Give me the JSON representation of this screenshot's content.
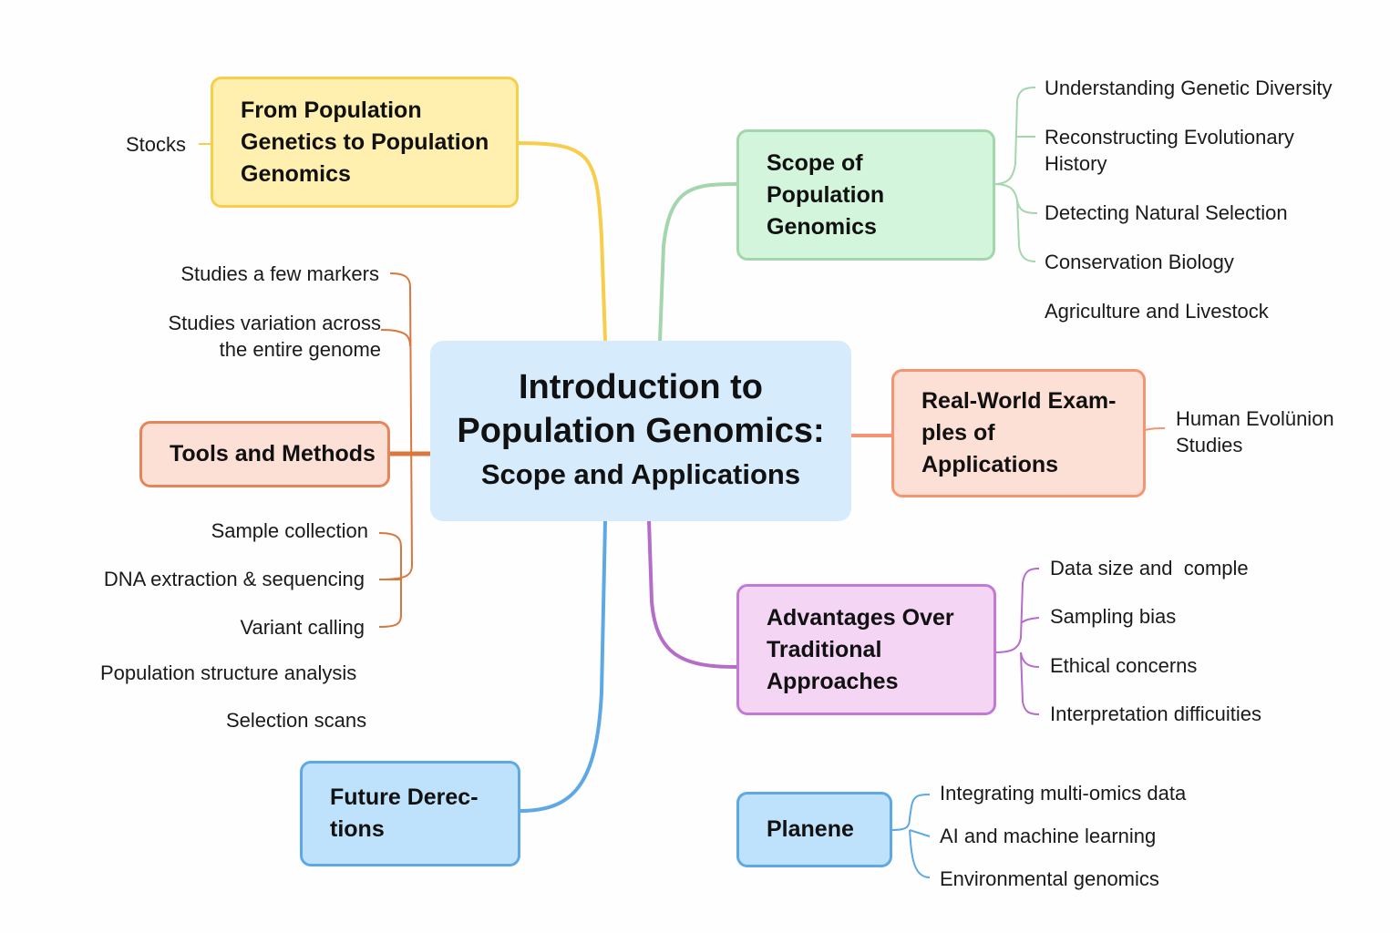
{
  "center": {
    "line1": "Introduction to",
    "line2": "Population Genomics:",
    "line3": "Scope and Applications"
  },
  "nodes": {
    "from_population": {
      "label": "From Population\nGenetics to Population\nGenomics",
      "leaves": [
        "Stocks"
      ]
    },
    "scope": {
      "label": "Scope of\nPopulation\nGenomics",
      "leaves": [
        "Understanding Genetic Diversity",
        "Reconstructing Evolutionary\nHistory",
        "Detecting Natural Selection",
        "Conservation Biology",
        "Agriculture and Livestock"
      ]
    },
    "real_world": {
      "label": "Real-World Exam-\nples of\nApplications",
      "leaves": [
        "Human Evolünion\nStudies"
      ]
    },
    "tools": {
      "label": "Tools and Methods",
      "leaves": [
        "Studies a few markers",
        "Studies variation across\nthe entire genome",
        "Sample collection",
        "DNA extraction & sequencing",
        "Variant calling",
        "Population structure analysis",
        "Selection scans"
      ]
    },
    "advantages": {
      "label": "Advantages Over\nTraditional\nApproaches",
      "leaves": [
        "Data size and  comple",
        "Sampling bias",
        "Ethical concerns",
        "Interpretation difficuities"
      ]
    },
    "future": {
      "label": "Future Derec-\ntions",
      "leaves": []
    },
    "planene": {
      "label": "Planene",
      "leaves": [
        "Integrating multi-omics data",
        "AI and machine learning",
        "Environmental genomics"
      ]
    }
  },
  "colors": {
    "yellow": "#f7cd4a",
    "green": "#a3d6ad",
    "orange": "#f49473",
    "tools": "#d9773f",
    "purple": "#b66cc9",
    "blue": "#5ea8e5"
  }
}
